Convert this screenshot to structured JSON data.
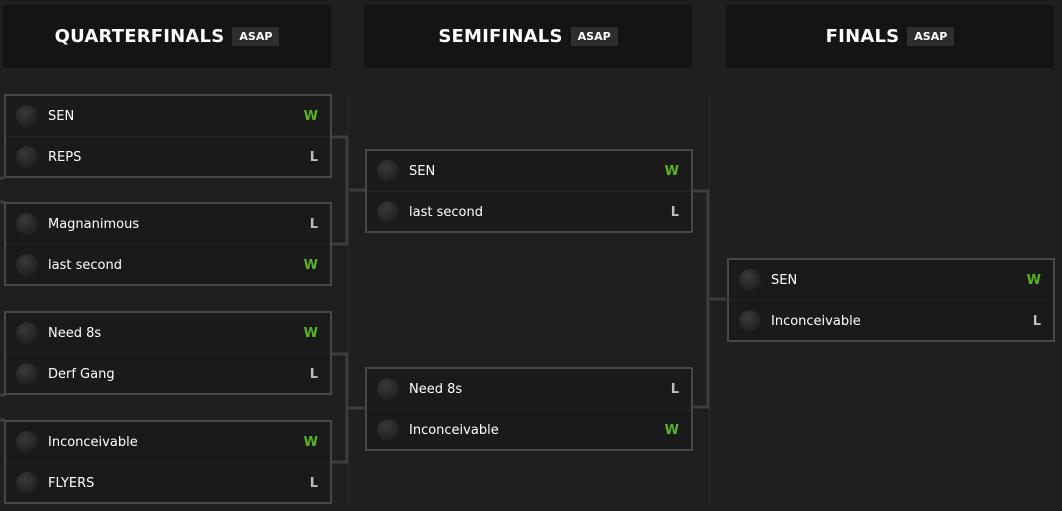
{
  "rounds": [
    {
      "title": "QUARTERFINALS",
      "badge": "ASAP",
      "matches": [
        [
          {
            "team": "SEN",
            "result": "W"
          },
          {
            "team": "REPS",
            "result": "L"
          }
        ],
        [
          {
            "team": "Magnanimous",
            "result": "L"
          },
          {
            "team": "last second",
            "result": "W"
          }
        ],
        [
          {
            "team": "Need 8s",
            "result": "W"
          },
          {
            "team": "Derf Gang",
            "result": "L"
          }
        ],
        [
          {
            "team": "Inconceivable",
            "result": "W"
          },
          {
            "team": "FLYERS",
            "result": "L"
          }
        ]
      ]
    },
    {
      "title": "SEMIFINALS",
      "badge": "ASAP",
      "matches": [
        [
          {
            "team": "SEN",
            "result": "W"
          },
          {
            "team": "last second",
            "result": "L"
          }
        ],
        [
          {
            "team": "Need 8s",
            "result": "L"
          },
          {
            "team": "Inconceivable",
            "result": "W"
          }
        ]
      ]
    },
    {
      "title": "FINALS",
      "badge": "ASAP",
      "matches": [
        [
          {
            "team": "SEN",
            "result": "W"
          },
          {
            "team": "Inconceivable",
            "result": "L"
          }
        ]
      ]
    }
  ],
  "colors": {
    "win": "#5ab323",
    "loss": "#bdbdbd"
  }
}
